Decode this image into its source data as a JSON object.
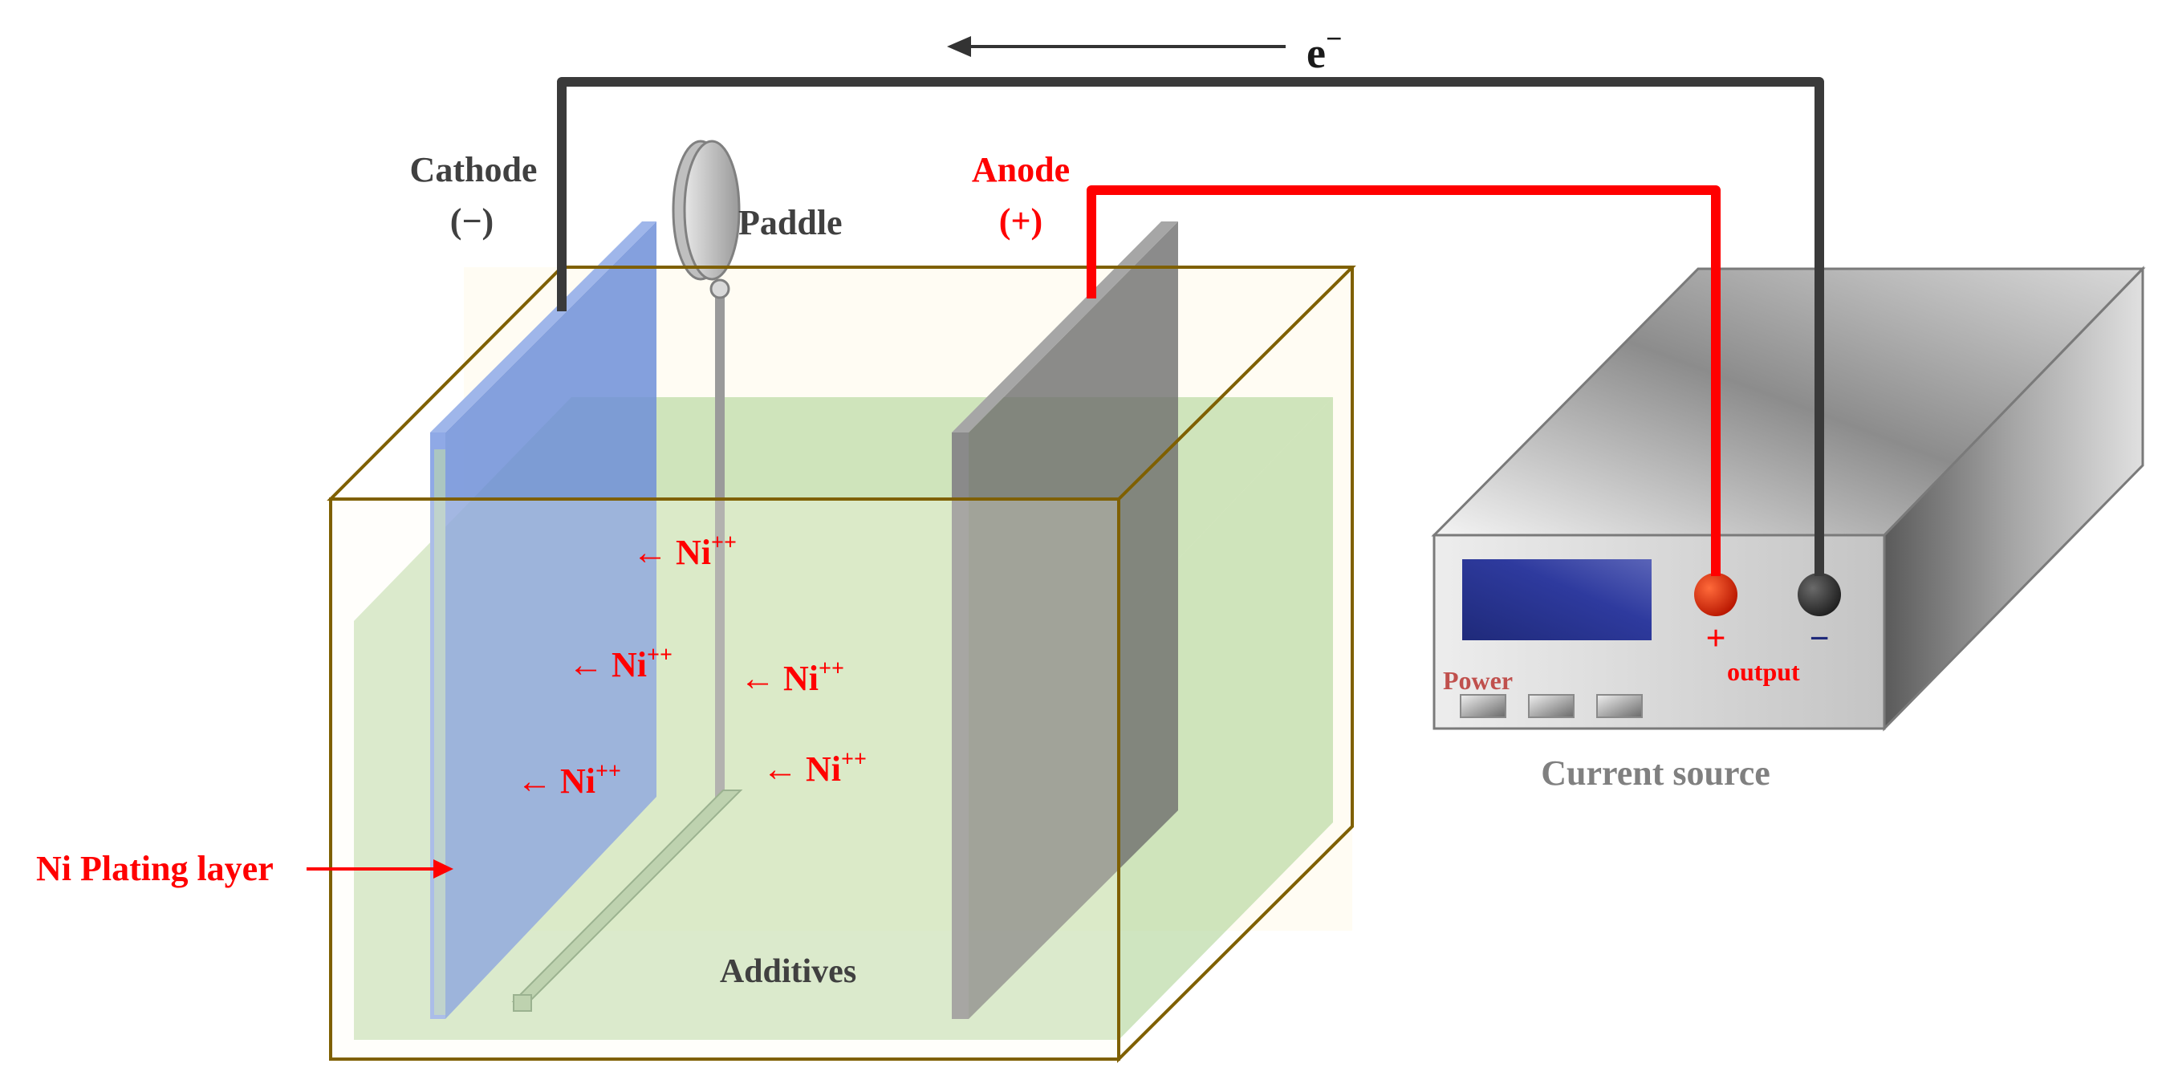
{
  "electron_label": "e",
  "electron_sup": "−",
  "cathode": {
    "name": "Cathode",
    "sign": "(−)"
  },
  "paddle_label": "Paddle",
  "anode": {
    "name": "Anode",
    "sign": "(+)"
  },
  "ion": {
    "symbol": "Ni",
    "charge": "++",
    "arrow": "←"
  },
  "plating_label": "Ni Plating layer",
  "additives_label": "Additives",
  "source": {
    "title": "Current source",
    "power_label": "Power",
    "output_label": "output",
    "plus_sign": "+",
    "minus_sign": "−"
  },
  "colors": {
    "wire_negative": "#3a3a3a",
    "wire_positive": "#ff0000",
    "label_red": "#ff0000",
    "label_dark": "#404040",
    "label_grey": "#808080",
    "electrolyte": "#a8d08d",
    "cathode_plate": "#6f8fd8",
    "anode_plate": "#7a7a7a",
    "tank_border": "#7f6000"
  }
}
